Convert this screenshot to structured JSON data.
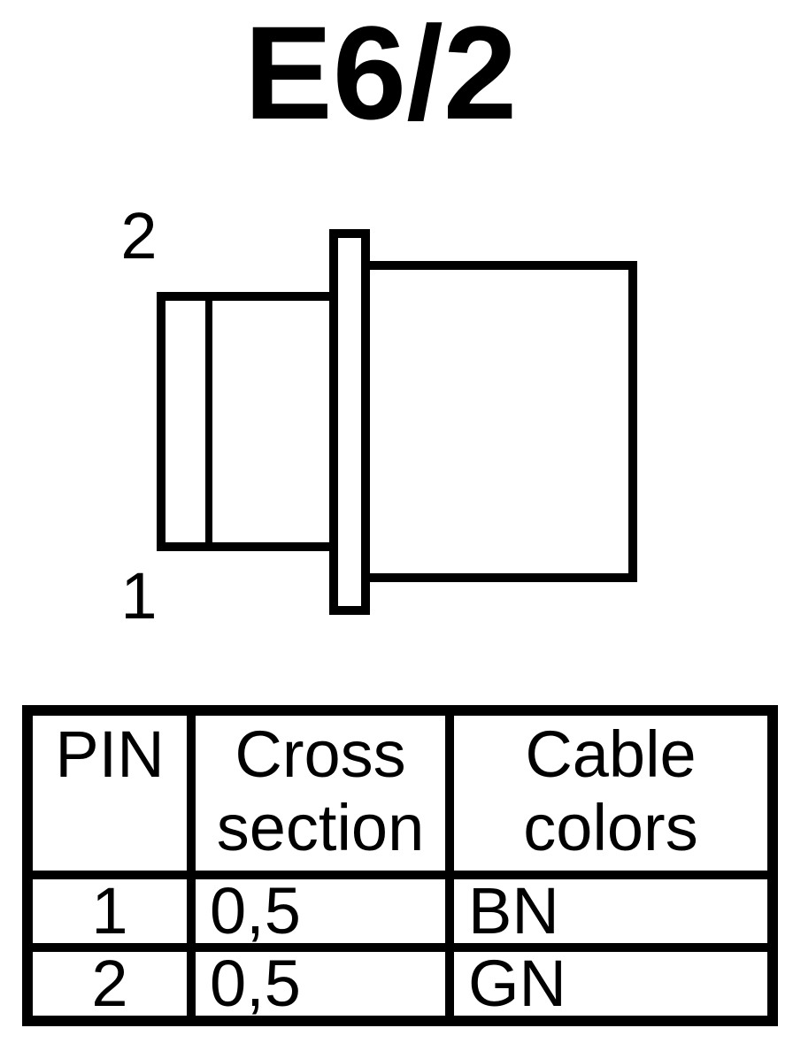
{
  "colors": {
    "ink": "#000000",
    "paper": "#ffffff"
  },
  "title": "E6/2",
  "connector": {
    "pin_top_label": "2",
    "pin_bottom_label": "1"
  },
  "table": {
    "headers": {
      "pin": [
        "PIN",
        ""
      ],
      "cross_section": [
        "Cross",
        "section"
      ],
      "cable_colors": [
        "Cable",
        "colors"
      ]
    },
    "rows": [
      {
        "pin": "1",
        "cross_section": "0,5",
        "cable_color": "BN"
      },
      {
        "pin": "2",
        "cross_section": "0,5",
        "cable_color": "GN"
      }
    ]
  }
}
